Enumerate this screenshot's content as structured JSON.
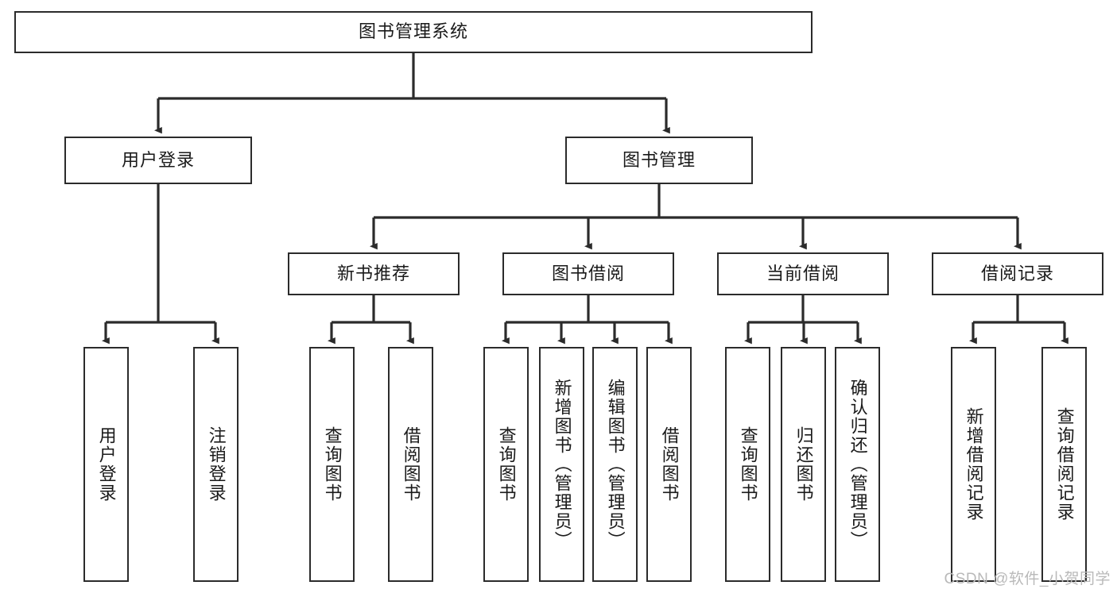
{
  "diagram": {
    "title": "图书管理系统",
    "type": "tree",
    "watermark": "CSDN @软件_小贺同学",
    "colors": {
      "box_border": "#2b2b2b",
      "box_fill": "#ffffff",
      "edge": "#2b2b2b",
      "text": "#1a1a1a",
      "watermark": "#b9b9b9",
      "background": "#ffffff"
    },
    "nodes": {
      "root": {
        "label": "图书管理系统"
      },
      "level2": [
        {
          "id": "user-login",
          "label": "用户登录"
        },
        {
          "id": "book-manage",
          "label": "图书管理"
        }
      ],
      "level3": [
        {
          "id": "new-book-recommend",
          "label": "新书推荐"
        },
        {
          "id": "book-borrow",
          "label": "图书借阅"
        },
        {
          "id": "current-borrow",
          "label": "当前借阅"
        },
        {
          "id": "borrow-record",
          "label": "借阅记录"
        }
      ],
      "leaves": [
        {
          "id": "leaf-user-login",
          "parent": "user-login",
          "label": "用户登录"
        },
        {
          "id": "leaf-logout",
          "parent": "user-login",
          "label": "注销登录"
        },
        {
          "id": "leaf-query-book-1",
          "parent": "new-book-recommend",
          "label": "查询图书"
        },
        {
          "id": "leaf-borrow-book-1",
          "parent": "new-book-recommend",
          "label": "借阅图书"
        },
        {
          "id": "leaf-query-book-2",
          "parent": "book-borrow",
          "label": "查询图书"
        },
        {
          "id": "leaf-add-book",
          "parent": "book-borrow",
          "label": "新增图书（管理员）"
        },
        {
          "id": "leaf-edit-book",
          "parent": "book-borrow",
          "label": "编辑图书（管理员）"
        },
        {
          "id": "leaf-borrow-book-2",
          "parent": "book-borrow",
          "label": "借阅图书"
        },
        {
          "id": "leaf-query-book-3",
          "parent": "current-borrow",
          "label": "查询图书"
        },
        {
          "id": "leaf-return-book",
          "parent": "current-borrow",
          "label": "归还图书"
        },
        {
          "id": "leaf-confirm-return",
          "parent": "current-borrow",
          "label": "确认归还（管理员）"
        },
        {
          "id": "leaf-add-record",
          "parent": "borrow-record",
          "label": "新增借阅记录"
        },
        {
          "id": "leaf-query-record",
          "parent": "borrow-record",
          "label": "查询借阅记录"
        }
      ]
    }
  }
}
